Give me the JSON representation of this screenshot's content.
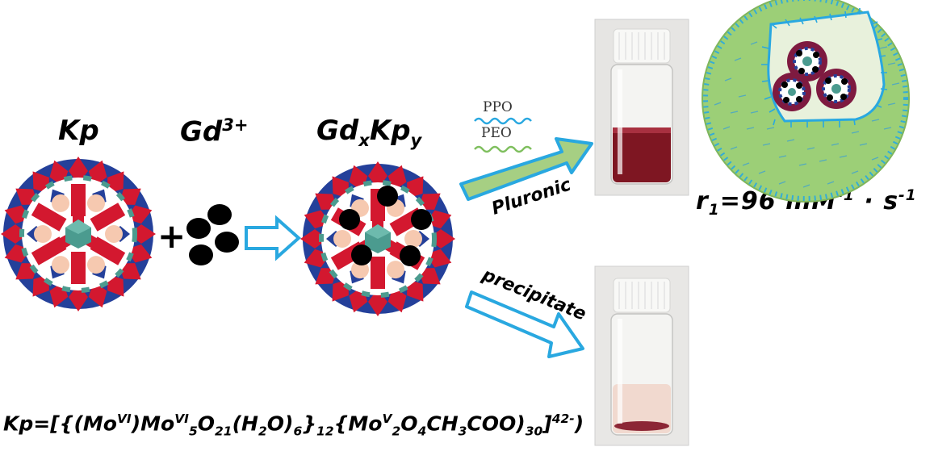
{
  "labels": {
    "kp": "Kp",
    "gd": "Gd",
    "gd_charge": "3+",
    "product_main": "Gd",
    "product_sub_x": "x",
    "product_kp": "Kp",
    "product_sub_y": "y",
    "plus": "+",
    "ppo": "PPO",
    "peo": "PEO",
    "pluronic": "Pluronic",
    "precipitate": "precipitate"
  },
  "relaxivity": {
    "symbol": "r",
    "sub": "1",
    "value": "=96",
    "unit_a": "mM",
    "exp_a": "-1",
    "dot": "·",
    "unit_b": "s",
    "exp_b": "-1"
  },
  "formula": {
    "p1": "Kp",
    "p2": "=[{(Mo",
    "p3": "VI",
    "p4": ")Mo",
    "p5": "VI",
    "p6": "5",
    "p7": "O",
    "p8": "21",
    "p9": "(H",
    "p10": "2",
    "p11": "O)",
    "p12": "6",
    "p13": "}",
    "p14": "12",
    "p15": "{Mo",
    "p16": "V",
    "p17": "2",
    "p18": "O",
    "p19": "4",
    "p20": "CH",
    "p21": "3",
    "p22": "COO)",
    "p23": "30",
    "p24": "]",
    "p25": "42-",
    "p26": ")"
  },
  "colors": {
    "red": "#d3182f",
    "blue": "#24409a",
    "teal": "#4b9b8f",
    "peach": "#f6c9b0",
    "arrow_blue": "#29a8e0",
    "arrow_green": "#a6cf83",
    "micelle_green": "#9ccf77",
    "wine": "#7e1622"
  }
}
